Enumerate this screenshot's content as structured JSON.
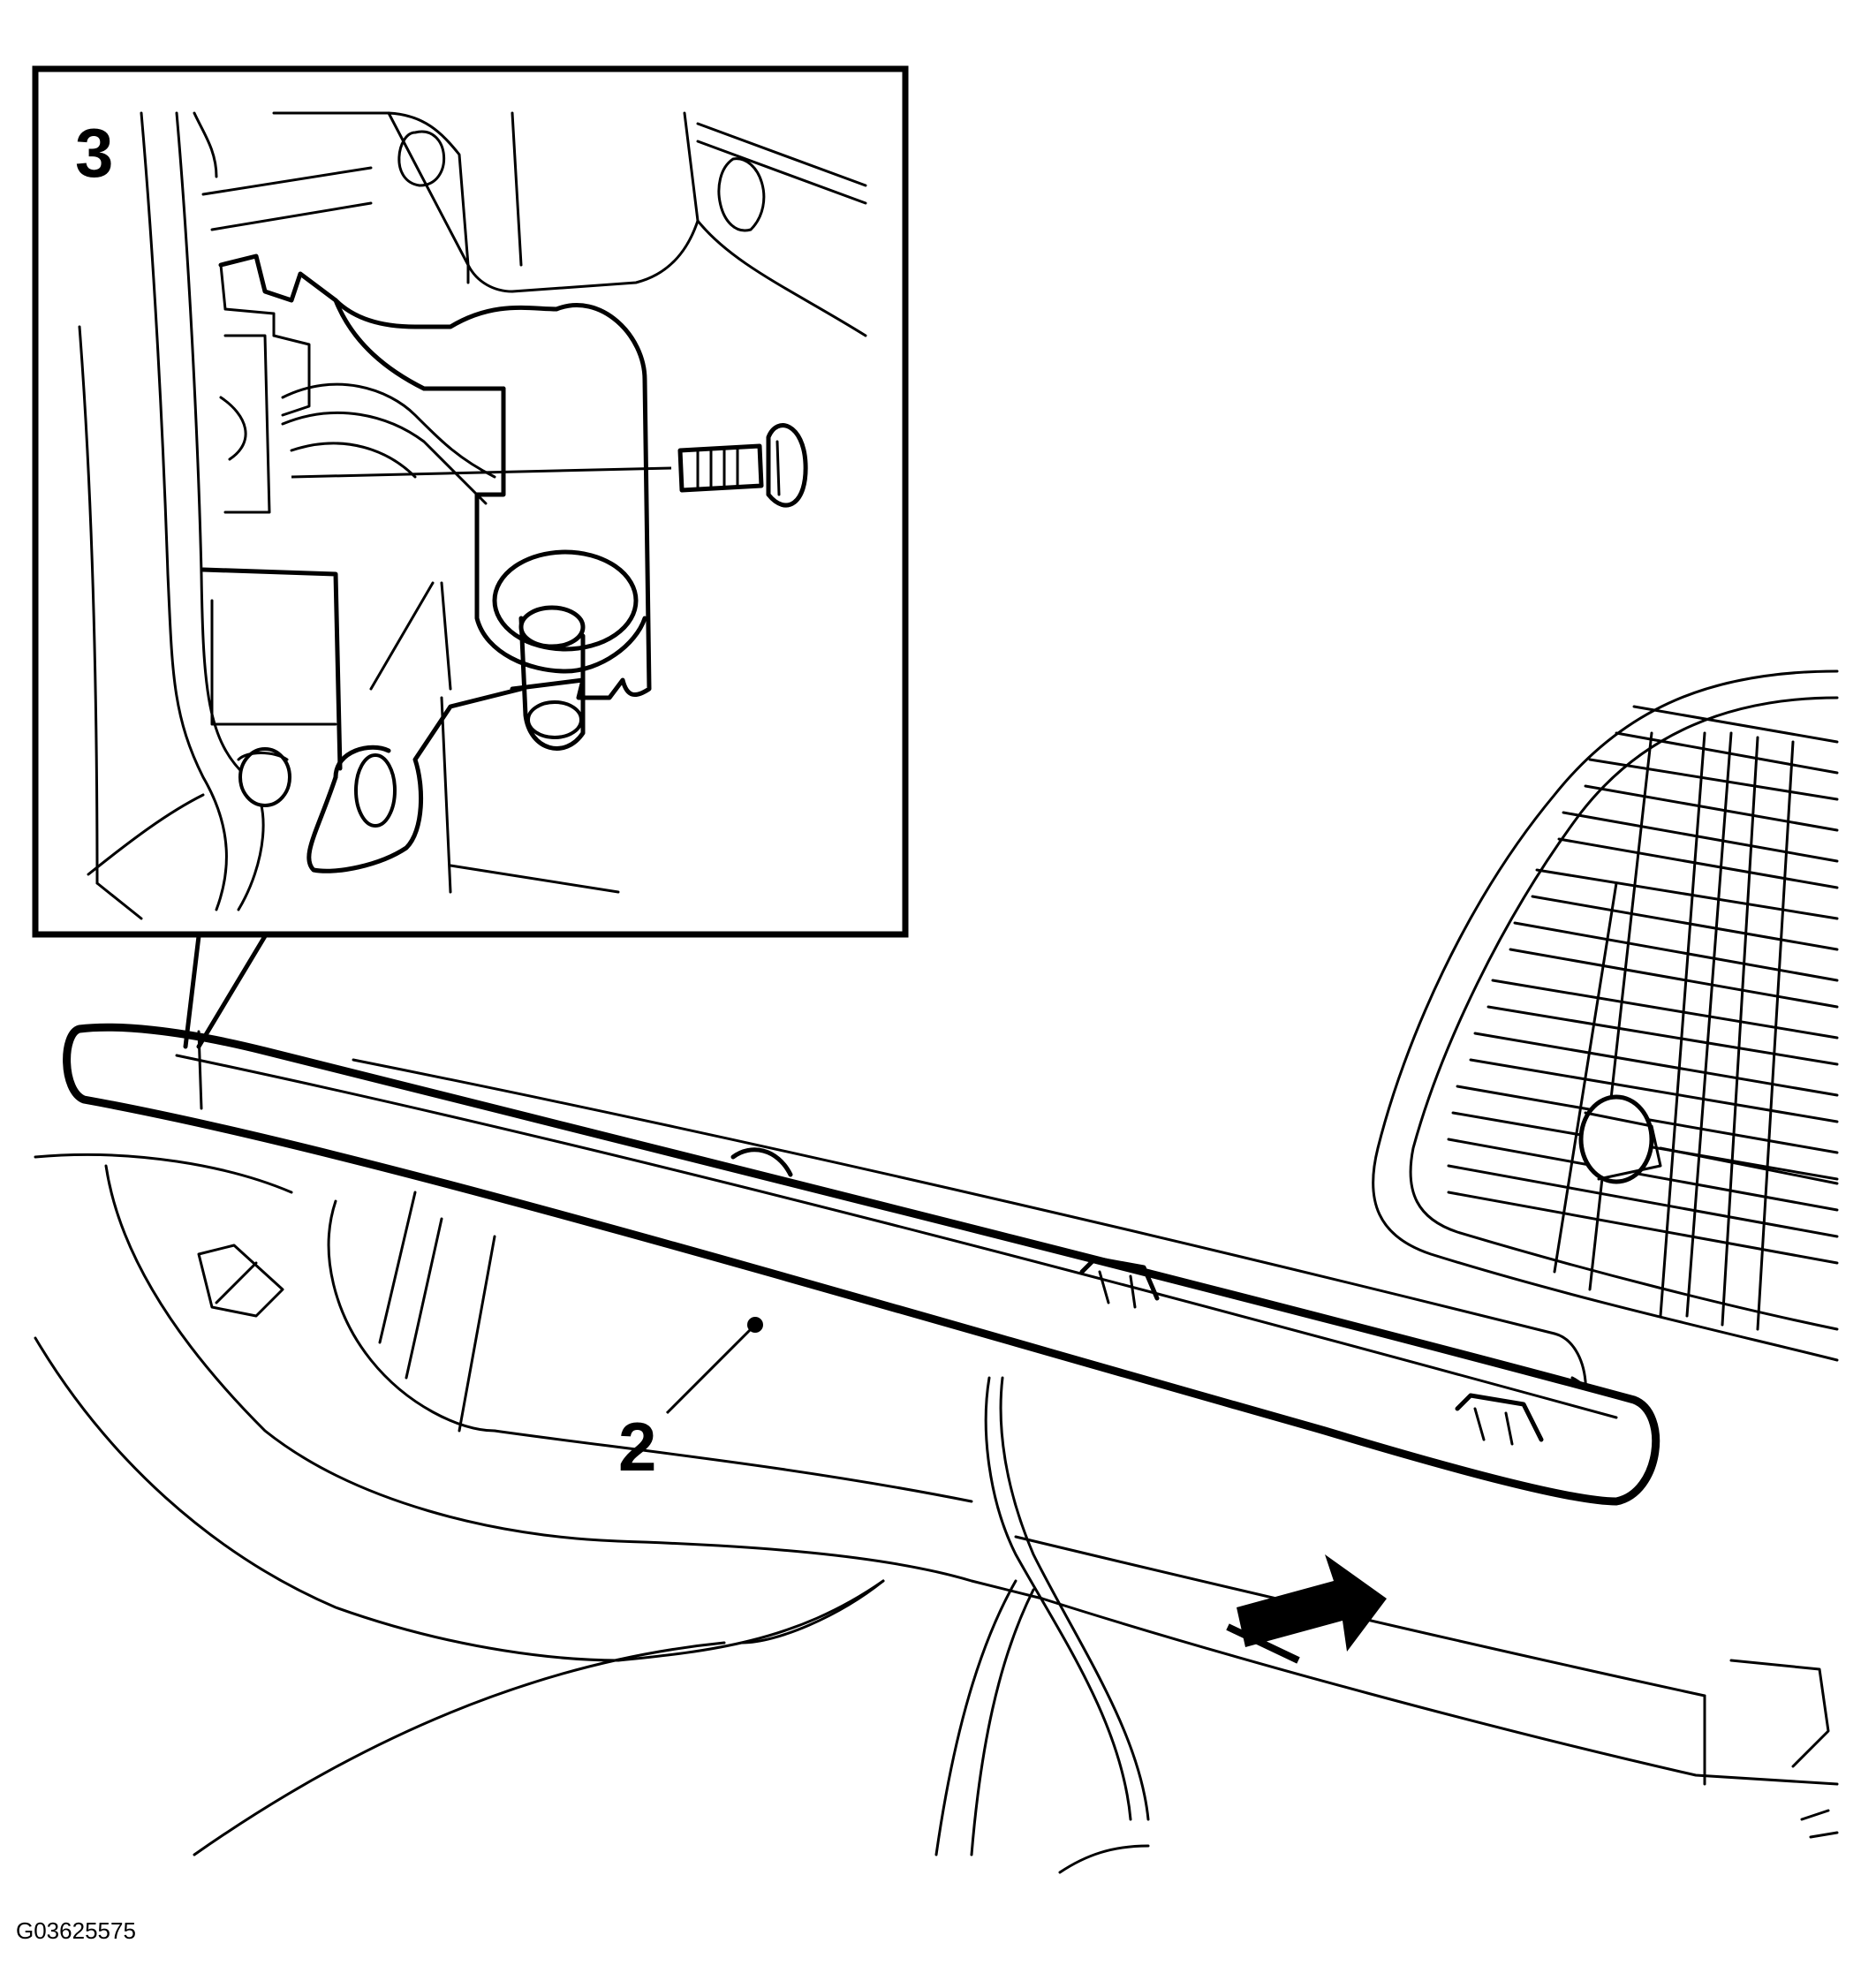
{
  "callouts": {
    "inset_number": "3",
    "part_number": "2"
  },
  "figure_id": "G03625575",
  "colors": {
    "line": "#000000",
    "background": "#ffffff"
  }
}
